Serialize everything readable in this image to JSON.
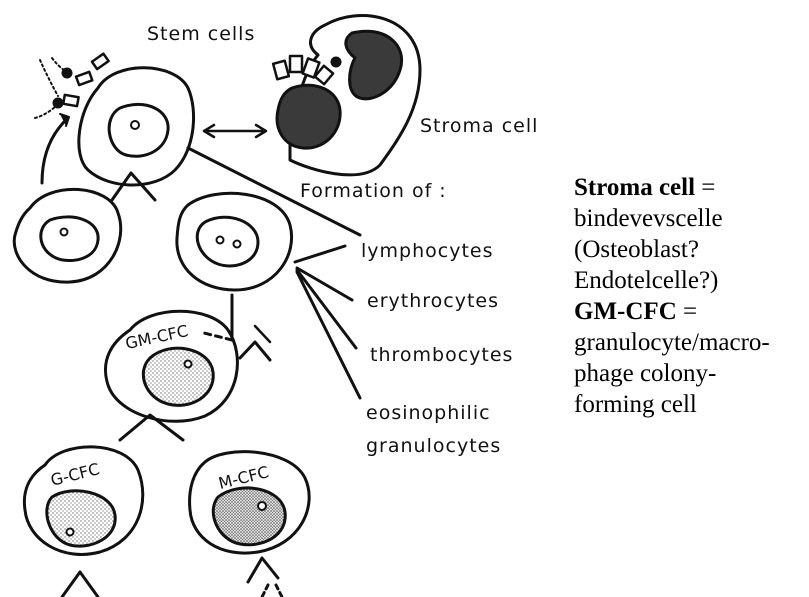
{
  "diagram": {
    "stem_cells_label": "Stem cells",
    "stroma_cell_label": "Stroma cell",
    "formation_label": "Formation of :",
    "outputs": [
      "lymphocytes",
      "erythrocytes",
      "thrombocytes",
      "eosinophilic",
      "granulocytes"
    ],
    "cell_labels": {
      "gm_cfc": "GM-CFC",
      "g_cfc": "G-CFC",
      "m_cfc": "M-CFC"
    }
  },
  "side_text": {
    "stroma_term": "Stroma cell",
    "stroma_eq": " =",
    "stroma_lines": [
      "bindevevscelle",
      "(Osteoblast?",
      "Endotelcelle?)"
    ],
    "gm_term": "GM-CFC",
    "gm_eq": " =",
    "gm_lines": [
      "granulocyte/macro-",
      "phage colony-",
      "forming cell"
    ]
  }
}
